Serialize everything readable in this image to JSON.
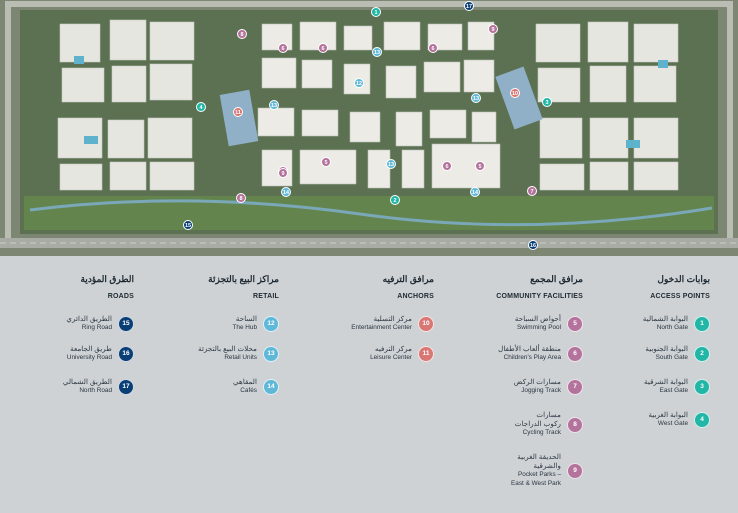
{
  "colors": {
    "access": "#22b6a6",
    "community": "#b4739c",
    "anchors": "#d97775",
    "retail": "#5fb8d8",
    "roads": "#0a3f75"
  },
  "map_pins": [
    {
      "num": "1",
      "category": "access"
    },
    {
      "num": "2",
      "category": "access"
    },
    {
      "num": "3",
      "category": "access"
    },
    {
      "num": "4",
      "category": "access"
    },
    {
      "num": "5",
      "category": "community"
    },
    {
      "num": "5",
      "category": "community"
    },
    {
      "num": "6",
      "category": "community"
    },
    {
      "num": "6",
      "category": "community"
    },
    {
      "num": "6",
      "category": "community"
    },
    {
      "num": "6",
      "category": "community"
    },
    {
      "num": "7",
      "category": "community"
    },
    {
      "num": "8",
      "category": "community"
    },
    {
      "num": "8",
      "category": "community"
    },
    {
      "num": "8",
      "category": "community"
    },
    {
      "num": "9",
      "category": "community"
    },
    {
      "num": "9",
      "category": "community"
    },
    {
      "num": "10",
      "category": "anchors"
    },
    {
      "num": "11",
      "category": "anchors"
    },
    {
      "num": "12",
      "category": "retail"
    },
    {
      "num": "13",
      "category": "retail"
    },
    {
      "num": "13",
      "category": "retail"
    },
    {
      "num": "13",
      "category": "retail"
    },
    {
      "num": "13",
      "category": "retail"
    },
    {
      "num": "14",
      "category": "retail"
    },
    {
      "num": "14",
      "category": "retail"
    },
    {
      "num": "15",
      "category": "roads"
    },
    {
      "num": "16",
      "category": "roads"
    },
    {
      "num": "17",
      "category": "roads"
    }
  ],
  "legend": {
    "access_points": {
      "title_ar": "بوابات الدخول",
      "title_en": "ACCESS POINTS",
      "items": [
        {
          "num": "1",
          "ar": "البوابة الشمالية",
          "en": [
            "North Gate"
          ]
        },
        {
          "num": "2",
          "ar": "البوابة الجنوبية",
          "en": [
            "South Gate"
          ]
        },
        {
          "num": "3",
          "ar": "البوابة الشرقية",
          "en": [
            "East Gate"
          ]
        },
        {
          "num": "4",
          "ar": "البوابة الغربية",
          "en": [
            "West Gate"
          ]
        }
      ]
    },
    "community_facilities": {
      "title_ar": "مرافق المجمع",
      "title_en": "COMMUNITY FACILITIES",
      "items": [
        {
          "num": "5",
          "ar": [
            "أحواض السباحة"
          ],
          "en": [
            "Swimming Pool"
          ]
        },
        {
          "num": "6",
          "ar": [
            "منطقة ألعاب الأطفال"
          ],
          "en": [
            "Children's Play Area"
          ]
        },
        {
          "num": "7",
          "ar": [
            "مسارات الركض"
          ],
          "en": [
            "Jogging Track"
          ]
        },
        {
          "num": "8",
          "ar": [
            "مسارات",
            "ركوب الدراجات"
          ],
          "en": [
            "Cycling Track"
          ]
        },
        {
          "num": "9",
          "ar": [
            "الحديقة الغربية",
            "والشرقية"
          ],
          "en": [
            "Pocket Parks –",
            "East & West Park"
          ]
        }
      ]
    },
    "anchors": {
      "title_ar": "مرافق الترفيه",
      "title_en": "ANCHORS",
      "items": [
        {
          "num": "10",
          "ar": [
            "مركز التسلية"
          ],
          "en": [
            "Entertainment Center"
          ]
        },
        {
          "num": "11",
          "ar": [
            "مركز الترفيه"
          ],
          "en": [
            "Leisure Center"
          ]
        }
      ]
    },
    "retail": {
      "title_ar": "مراكز البيع بالتجزئة",
      "title_en": "RETAIL",
      "items": [
        {
          "num": "12",
          "ar": [
            "الساحة"
          ],
          "en": [
            "The Hub"
          ]
        },
        {
          "num": "13",
          "ar": [
            "محلات البيع بالتجزئة"
          ],
          "en": [
            "Retail Units"
          ]
        },
        {
          "num": "14",
          "ar": [
            "المقاهي"
          ],
          "en": [
            "Cafés"
          ]
        }
      ]
    },
    "roads": {
      "title_ar": "الطرق المؤدية",
      "title_en": "ROADS",
      "items": [
        {
          "num": "15",
          "ar": [
            "الطريق الدائري"
          ],
          "en": [
            "Ring Road"
          ]
        },
        {
          "num": "16",
          "ar": [
            "طريق الجامعة"
          ],
          "en": [
            "University Road"
          ]
        },
        {
          "num": "17",
          "ar": [
            "الطريق الشمالي"
          ],
          "en": [
            "North Road"
          ]
        }
      ]
    }
  }
}
